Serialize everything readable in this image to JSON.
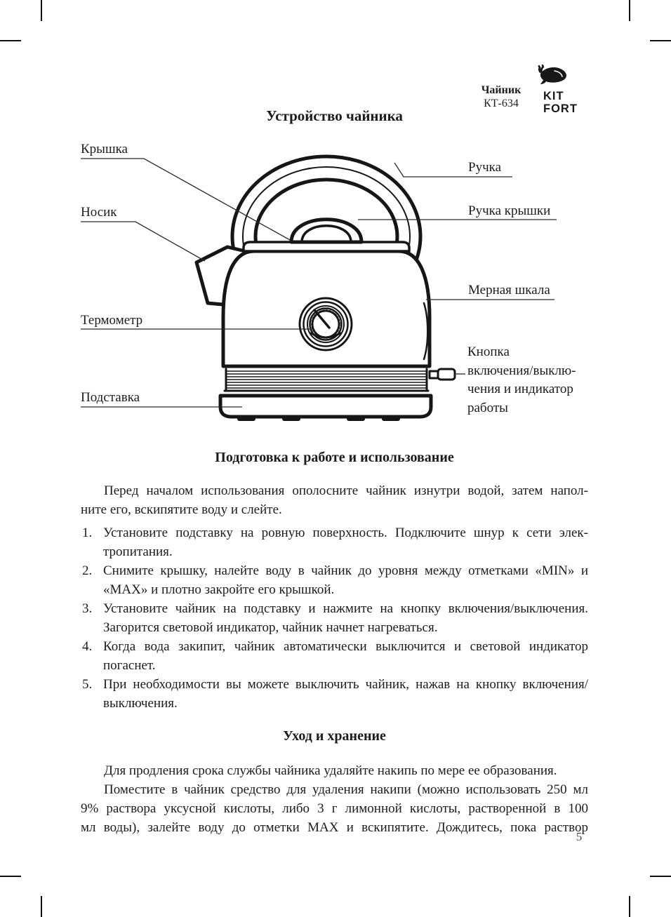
{
  "ink": "#1c1c1c",
  "header": {
    "product": "Чайник",
    "model": "КТ-634",
    "brand_line1": "KIT",
    "brand_line2": "FORT"
  },
  "diagram": {
    "title": "Устройство чайника",
    "labels": {
      "lid": "Крышка",
      "spout": "Носик",
      "thermometer": "Термометр",
      "base": "Подставка",
      "handle": "Ручка",
      "lid_handle": "Ручка крышки",
      "scale": "Мерная шкала",
      "button": "Кнопка\nвключения/выклю-\nчения и индикатор\nработы"
    }
  },
  "prep": {
    "heading": "Подготовка к работе и использование",
    "intro_lines": [
      "Перед началом использования ополосните чайник изнутри водой, затем напол-",
      "ните его, вскипятите воду и слейте."
    ],
    "steps": [
      {
        "num": "1.",
        "lines": [
          "Установите подставку на ровную поверхность. Подключите шнур к сети элек-",
          "тропитания."
        ]
      },
      {
        "num": "2.",
        "lines": [
          "Снимите крышку, налейте воду в чайник до уровня между отметками «MIN» и",
          "«MAX» и плотно закройте его крышкой."
        ]
      },
      {
        "num": "3.",
        "lines": [
          "Установите чайник на подставку и нажмите на кнопку включения/выключения.",
          "Загорится световой индикатор, чайник начнет нагреваться."
        ]
      },
      {
        "num": "4.",
        "lines": [
          "Когда вода закипит, чайник автоматически выключится и световой индикатор",
          "погаснет."
        ]
      },
      {
        "num": "5.",
        "lines": [
          "При необходимости вы можете выключить чайник, нажав на кнопку включения/",
          "выключения."
        ]
      }
    ]
  },
  "care": {
    "heading": "Уход и хранение",
    "p1": "Для продления срока службы чайника удаляйте накипь по мере ее образования.",
    "p2_lines": [
      "Поместите в чайник средство для удаления накипи (можно использовать 250 мл",
      "9% раствора уксусной кислоты, либо 3 г лимонной кислоты, растворенной в 100",
      "мл воды), залейте воду до отметки MAX и вскипятите. Дождитесь, пока раствор"
    ]
  },
  "page_number": "5"
}
